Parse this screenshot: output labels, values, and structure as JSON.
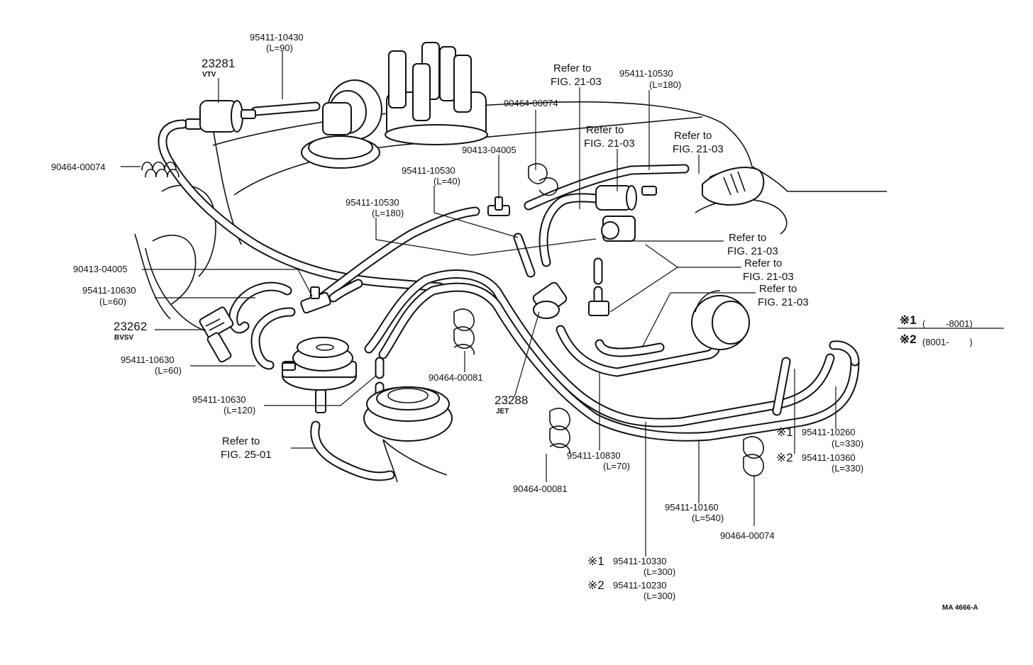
{
  "labels": {
    "p_95411_10430": "95411-10430",
    "p_l90": "(L=90)",
    "p_23281": "23281",
    "p_vtv": "VTV",
    "p_90464_00074_a": "90464-00074",
    "p_refer_a1": "Refer to",
    "p_fig_a": "FIG. 21-03",
    "p_95411_10530_a": "95411-10530",
    "p_l180_a": "(L=180)",
    "p_90464_00074_b": "90464-00074",
    "p_refer_b1": "Refer to",
    "p_fig_b": "FIG. 21-03",
    "p_refer_c1": "Refer to",
    "p_fig_c": "FIG. 21-03",
    "p_90413_04005_a": "90413-04005",
    "p_95411_10530_b": "95411-10530",
    "p_l40": "(L=40)",
    "p_95411_10530_c": "95411-10530",
    "p_l180_b": "(L=180)",
    "p_refer_d1": "Refer to",
    "p_fig_d": "FIG. 21-03",
    "p_refer_e1": "Refer to",
    "p_fig_e": "FIG. 21-03",
    "p_refer_f1": "Refer to",
    "p_fig_f": "FIG. 21-03",
    "p_90413_04005_b": "90413-04005",
    "p_95411_10630_a": "95411-10630",
    "p_l60_a": "(L=60)",
    "p_23262": "23262",
    "p_bvsv": "BVSV",
    "p_95411_10630_b": "95411-10630",
    "p_l60_b": "(L=60)",
    "p_95411_10630_c": "95411-10630",
    "p_l120": "(L=120)",
    "p_refer_g1": "Refer to",
    "p_fig_g": "FIG. 25-01",
    "p_90464_00081_a": "90464-00081",
    "p_23288": "23288",
    "p_jet": "JET",
    "p_90464_00081_b": "90464-00081",
    "p_95411_10830": "95411-10830",
    "p_l70": "(L=70)",
    "p_95411_10160": "95411-10160",
    "p_l540": "(L=540)",
    "p_90464_00074_c": "90464-00074",
    "p_mark1_a": "※1",
    "p_95411_10260": "95411-10260",
    "p_l330_a": "(L=330)",
    "p_mark2_a": "※2",
    "p_95411_10360": "95411-10360",
    "p_l330_b": "(L=330)",
    "p_mark1_b": "※1",
    "p_95411_10330": "95411-10330",
    "p_l300_a": "(L=300)",
    "p_mark2_b": "※2",
    "p_95411_10230": "95411-10230",
    "p_l300_b": "(L=300)",
    "p_code": "MA 4666-A"
  },
  "legend": {
    "row1_mark": "※1",
    "row1_text": "(        -8001)",
    "row2_mark": "※2",
    "row2_text": "(8001-        )"
  }
}
